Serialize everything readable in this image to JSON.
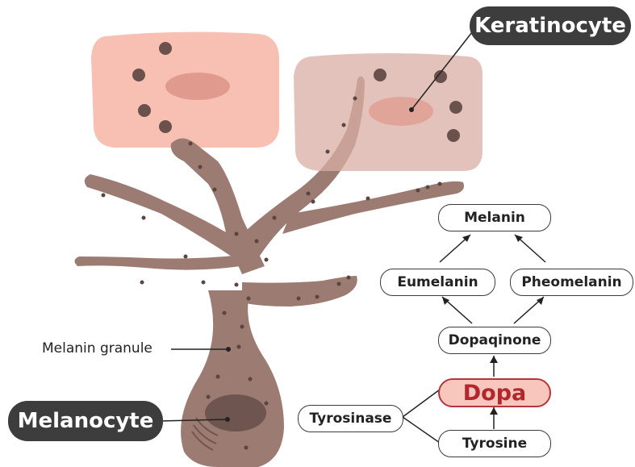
{
  "labels": {
    "keratinocyte": "Keratinocyte",
    "melanocyte": "Melanocyte",
    "melanin_granule": "Melanin granule"
  },
  "pathway": {
    "melanin": "Melanin",
    "eumelanin": "Eumelanin",
    "pheomelanin": "Pheomelanin",
    "dopaquinone": "Dopaqinone",
    "dopa": "Dopa",
    "tyrosine": "Tyrosine",
    "tyrosinase": "Tyrosinase"
  },
  "colors": {
    "melanocyte_body": "#9c7b72",
    "keratinocyte_1": "#f6b5a6",
    "keratinocyte_2": "#d9aea4",
    "nucleus": "#e09b8e",
    "melanocyte_nucleus": "#6e5550",
    "granule": "#5a4540",
    "dopa_border": "#b3363d",
    "dopa_fill": "#f7c6bd"
  }
}
